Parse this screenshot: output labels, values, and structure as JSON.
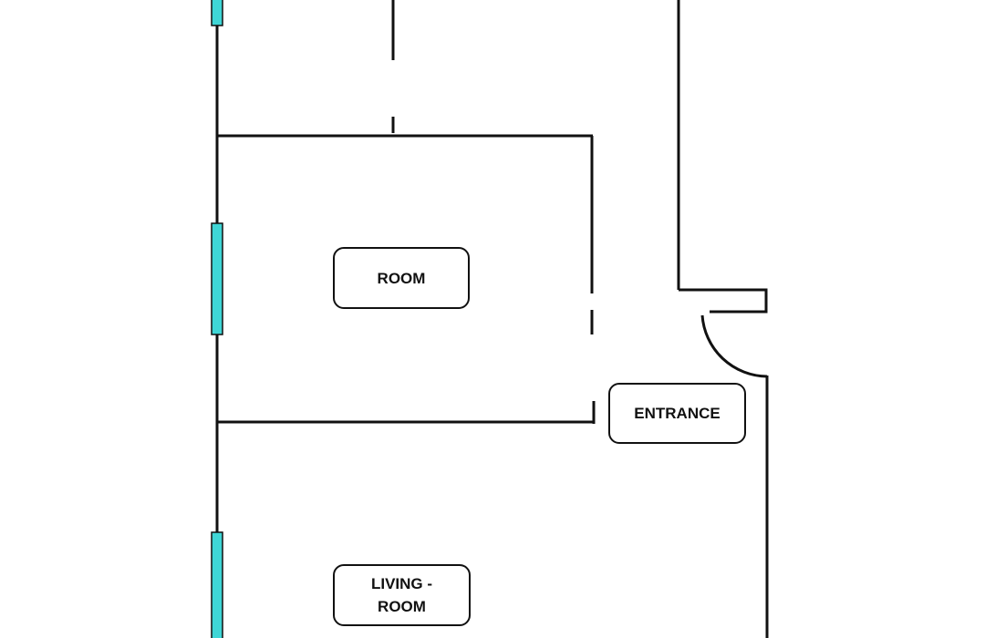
{
  "colors": {
    "wall": "#111111",
    "window": "#3fd6d6",
    "background": "#ffffff"
  },
  "labels": {
    "room": "ROOM",
    "entrance": "ENTRANCE",
    "living_room_line1": "LIVING -",
    "living_room_line2": "ROOM"
  }
}
